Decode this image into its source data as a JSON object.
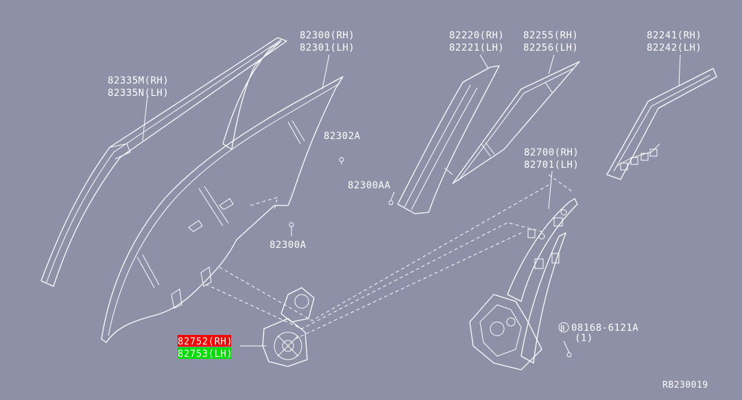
{
  "diagram": {
    "labels": {
      "weatherstrip_rh": "82335M(RH)",
      "weatherstrip_lh": "82335N(LH)",
      "door_glass_rh": "82300(RH)",
      "door_glass_lh": "82301(LH)",
      "channel_rh": "82220(RH)",
      "channel_lh": "82221(LH)",
      "fixed_glass_rh": "82255(RH)",
      "fixed_glass_lh": "82256(LH)",
      "sash_rh": "82241(RH)",
      "sash_lh": "82242(LH)",
      "bolt_82302a": "82302A",
      "bolt_82300aa": "82300AA",
      "bolt_82300a": "82300A",
      "regulator_rh": "82700(RH)",
      "regulator_lh": "82701(LH)",
      "fastener_code": "08168-6121A",
      "fastener_qty": "(1)",
      "fastener_symbol": "B",
      "motor_rh": "82752(RH)",
      "motor_lh": "82753(LH)",
      "reference": "RB230019"
    },
    "highlight_colors": {
      "motor_rh": "#ff0000",
      "motor_lh": "#00dd00"
    }
  }
}
